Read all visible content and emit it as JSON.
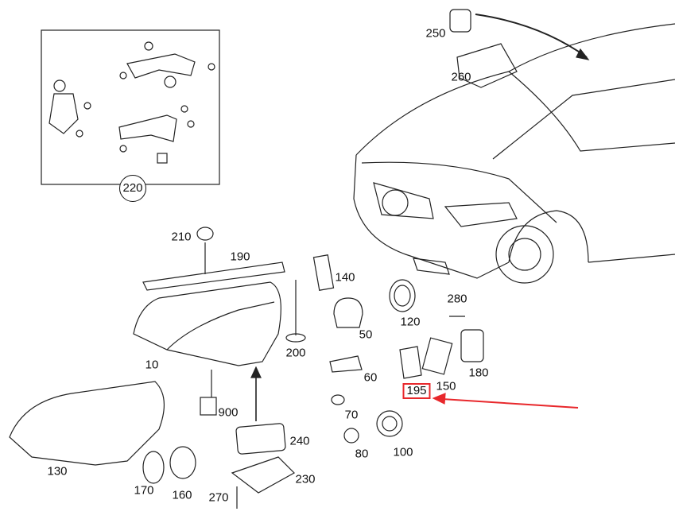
{
  "diagram": {
    "highlight_color": "#e8282c",
    "highlighted_part": "195",
    "inset_label": "220",
    "parts": [
      {
        "id": "250"
      },
      {
        "id": "260"
      },
      {
        "id": "210"
      },
      {
        "id": "190"
      },
      {
        "id": "140"
      },
      {
        "id": "120"
      },
      {
        "id": "280"
      },
      {
        "id": "50"
      },
      {
        "id": "200"
      },
      {
        "id": "10"
      },
      {
        "id": "60"
      },
      {
        "id": "180"
      },
      {
        "id": "195"
      },
      {
        "id": "150"
      },
      {
        "id": "900"
      },
      {
        "id": "70"
      },
      {
        "id": "240"
      },
      {
        "id": "130"
      },
      {
        "id": "80"
      },
      {
        "id": "100"
      },
      {
        "id": "170"
      },
      {
        "id": "160"
      },
      {
        "id": "230"
      },
      {
        "id": "270"
      }
    ]
  }
}
